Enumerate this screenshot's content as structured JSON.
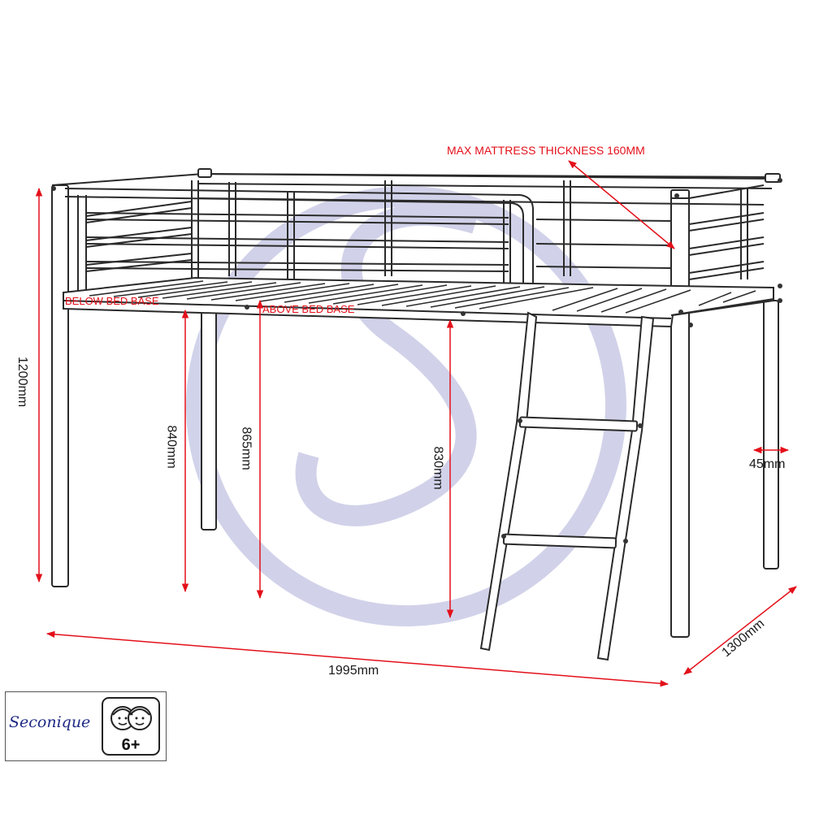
{
  "labels": {
    "max_mattress": "MAX MATTRESS THICKNESS 160MM",
    "below_bed_base": "BELOW BED BASE",
    "above_bed_base": "ABOVE BED BASE",
    "height_total": "1200mm",
    "height_below": "840mm",
    "height_above": "865mm",
    "height_ladder": "830mm",
    "post_width": "45mm",
    "length": "1995mm",
    "width": "1300mm"
  },
  "logo": {
    "brand": "Seconique",
    "age": "6+"
  },
  "colors": {
    "dimension": "#e3101a",
    "frame": "#2a2a2a",
    "watermark": "#c9cbe6",
    "brand": "#1f2a86"
  }
}
